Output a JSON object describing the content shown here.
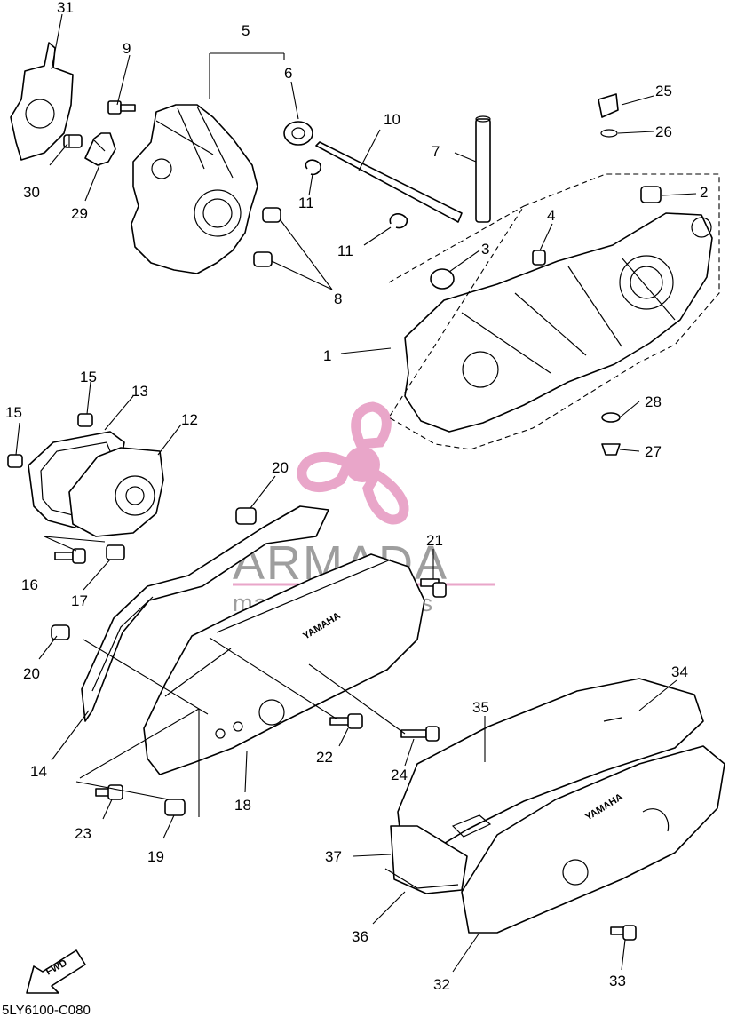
{
  "diagram": {
    "code": "5LY6100-C080",
    "fwd_label": "FWD",
    "emboss_text": "YAMAHA",
    "watermark": {
      "main": "ARMADA",
      "sub": "marine outboards",
      "logo_color": "#e9a6c9",
      "text_color": "#7e7e7e"
    },
    "labels": [
      {
        "id": "31",
        "text": "31"
      },
      {
        "id": "5",
        "text": "5"
      },
      {
        "id": "9",
        "text": "9"
      },
      {
        "id": "6",
        "text": "6"
      },
      {
        "id": "10",
        "text": "10"
      },
      {
        "id": "25",
        "text": "25"
      },
      {
        "id": "26",
        "text": "26"
      },
      {
        "id": "7",
        "text": "7"
      },
      {
        "id": "30",
        "text": "30"
      },
      {
        "id": "29",
        "text": "29"
      },
      {
        "id": "11a",
        "text": "11"
      },
      {
        "id": "2",
        "text": "2"
      },
      {
        "id": "4",
        "text": "4"
      },
      {
        "id": "11b",
        "text": "11"
      },
      {
        "id": "3",
        "text": "3"
      },
      {
        "id": "8",
        "text": "8"
      },
      {
        "id": "1",
        "text": "1"
      },
      {
        "id": "15a",
        "text": "15"
      },
      {
        "id": "13",
        "text": "13"
      },
      {
        "id": "15b",
        "text": "15"
      },
      {
        "id": "12",
        "text": "12"
      },
      {
        "id": "28",
        "text": "28"
      },
      {
        "id": "27",
        "text": "27"
      },
      {
        "id": "20a",
        "text": "20"
      },
      {
        "id": "21",
        "text": "21"
      },
      {
        "id": "16",
        "text": "16"
      },
      {
        "id": "17",
        "text": "17"
      },
      {
        "id": "20b",
        "text": "20"
      },
      {
        "id": "34",
        "text": "34"
      },
      {
        "id": "35",
        "text": "35"
      },
      {
        "id": "22",
        "text": "22"
      },
      {
        "id": "24",
        "text": "24"
      },
      {
        "id": "14",
        "text": "14"
      },
      {
        "id": "18",
        "text": "18"
      },
      {
        "id": "23",
        "text": "23"
      },
      {
        "id": "19",
        "text": "19"
      },
      {
        "id": "37",
        "text": "37"
      },
      {
        "id": "36",
        "text": "36"
      },
      {
        "id": "33",
        "text": "33"
      },
      {
        "id": "32",
        "text": "32"
      }
    ]
  }
}
